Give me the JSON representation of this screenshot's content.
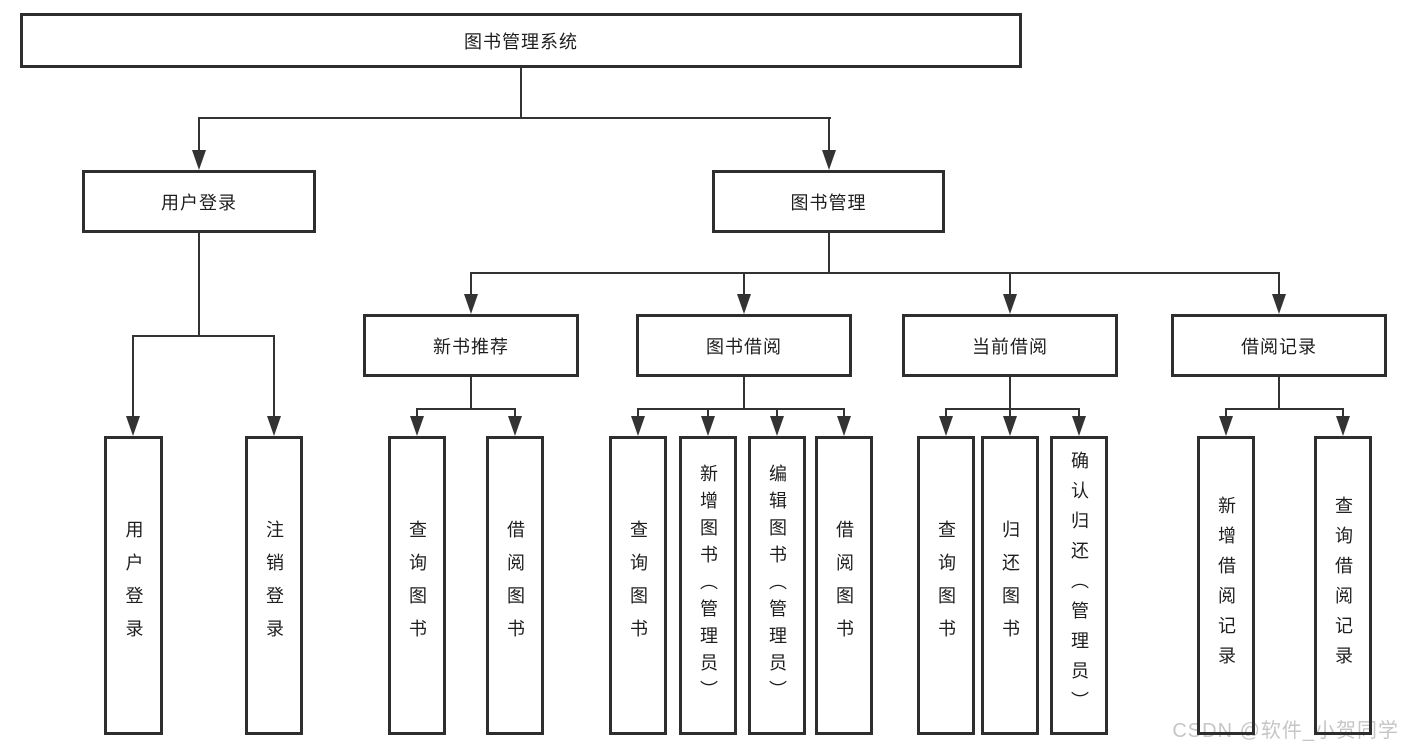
{
  "diagram": {
    "type": "hierarchy-tree",
    "colors": {
      "background": "#ffffff",
      "box_border": "#2e2e2e",
      "line": "#333333",
      "text": "#1e1e1e",
      "watermark": "#c6c6c6"
    }
  },
  "watermark": {
    "text": "CSDN @软件_小贺同学"
  },
  "tree": {
    "root": {
      "label": "图书管理系统"
    },
    "branches": [
      {
        "label": "用户登录",
        "children": [
          {
            "label": "用户登录"
          },
          {
            "label": "注销登录"
          }
        ]
      },
      {
        "label": "图书管理",
        "children": [
          {
            "label": "新书推荐",
            "children": [
              {
                "label": "查询图书"
              },
              {
                "label": "借阅图书"
              }
            ]
          },
          {
            "label": "图书借阅",
            "children": [
              {
                "label": "查询图书"
              },
              {
                "label": "新增图书（管理员）"
              },
              {
                "label": "编辑图书（管理员）"
              },
              {
                "label": "借阅图书"
              }
            ]
          },
          {
            "label": "当前借阅",
            "children": [
              {
                "label": "查询图书"
              },
              {
                "label": "归还图书"
              },
              {
                "label": "确认归还（管理员）"
              }
            ]
          },
          {
            "label": "借阅记录",
            "children": [
              {
                "label": "新增借阅记录"
              },
              {
                "label": "查询借阅记录"
              }
            ]
          }
        ]
      }
    ]
  }
}
